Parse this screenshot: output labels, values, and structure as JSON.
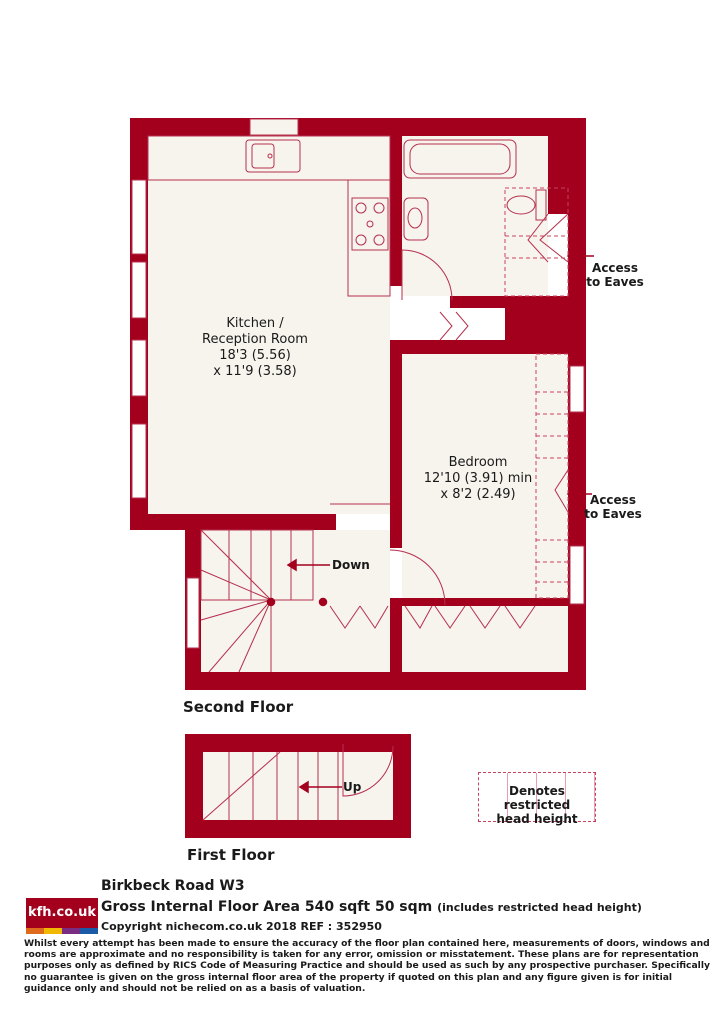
{
  "colors": {
    "wall": "#a3001e",
    "room": "#f7f3ed",
    "line": "#b5304d",
    "logo_bar": [
      "#e06a1b",
      "#f0b800",
      "#7a2c83",
      "#1b5aa6"
    ]
  },
  "rooms": {
    "kitchen": {
      "name": [
        "Kitchen /",
        "Reception Room"
      ],
      "dims": [
        "18'3 (5.56)",
        "x 11'9 (3.58)"
      ]
    },
    "bedroom": {
      "name": [
        "Bedroom"
      ],
      "dims": [
        "12'10 (3.91) min",
        "x 8'2 (2.49)"
      ]
    }
  },
  "labels": {
    "access_eaves_top": [
      "Access",
      "to Eaves"
    ],
    "access_eaves_bottom": [
      "Access",
      "to Eaves"
    ],
    "down": "Down",
    "up": "Up"
  },
  "floors": {
    "second": "Second Floor",
    "first": "First Floor"
  },
  "legend": {
    "restricted": [
      "Denotes restricted",
      "head height"
    ]
  },
  "footer": {
    "logo": "kfh.co.uk",
    "address": "Birkbeck Road  W3",
    "area": "Gross Internal Floor Area 540 sqft 50 sqm",
    "area_note": "(includes restricted head height)",
    "copyright": "Copyright nichecom.co.uk 2018 REF : 352950",
    "disclaimer": "Whilst every attempt has been made to ensure the accuracy of the floor plan contained here, measurements of doors, windows and rooms are approximate and no responsibility is taken for any error, omission or misstatement.  These plans are for representation purposes only as defined by RICS Code of Measuring Practice and should be used as such by any prospective purchaser.  Specifically no guarantee is given on the gross internal floor area of the property if quoted on this plan and any figure given is for initial guidance only and should not be relied on as a basis of valuation."
  }
}
